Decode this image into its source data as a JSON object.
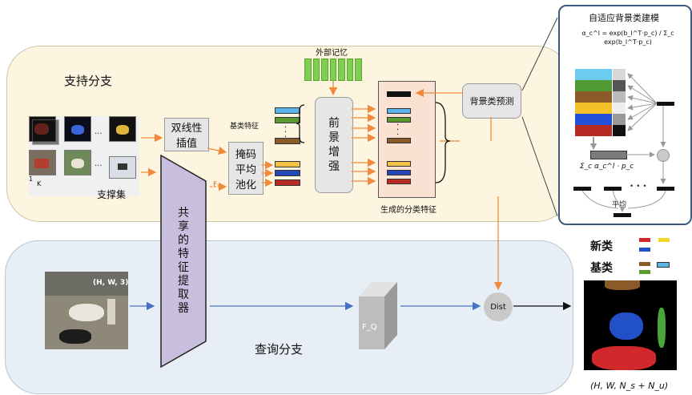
{
  "support_branch": {
    "title": "支持分支",
    "support_set_label": "支撑集",
    "support_set_k": "K",
    "support_set_one": "1",
    "ellipsis": "...",
    "bilinear_label": "双线性\n插值",
    "mask_pool_label": "掩码\n平均\n池化",
    "fs_label": "Fₛ",
    "base_features_label": "基类特征",
    "external_memory_label": "外部记忆",
    "foreground_label": "前\n景\n增\n强",
    "generated_features_label": "生成的分类特征",
    "bg_prediction_label": "背景类预测"
  },
  "shared_extractor_label": "共享的特征提取器",
  "query_branch": {
    "title": "查询分支",
    "query_shape": "(H, W, 3)",
    "fq_label": "F_Q",
    "dist_label": "Dist"
  },
  "inset": {
    "title": "自适应背景类建模",
    "formula": "α_c^l = exp(b_l^T·p_c) / Σ_c exp(b_l^T·p_c)",
    "sum_label": "Σ_c α_c^l · p_c",
    "avg_label": "平均",
    "ellipsis": "• • •"
  },
  "output": {
    "novel_label": "新类",
    "base_label": "基类",
    "shape": "(H, W, N_s + N_u)"
  },
  "colors": {
    "orange_arrow": "#f08a3c",
    "blue_arrow": "#4472c4",
    "extractor": "#c8bedd",
    "memory_green": "#7fd04f",
    "generated_panel": "#fbe1d2"
  }
}
